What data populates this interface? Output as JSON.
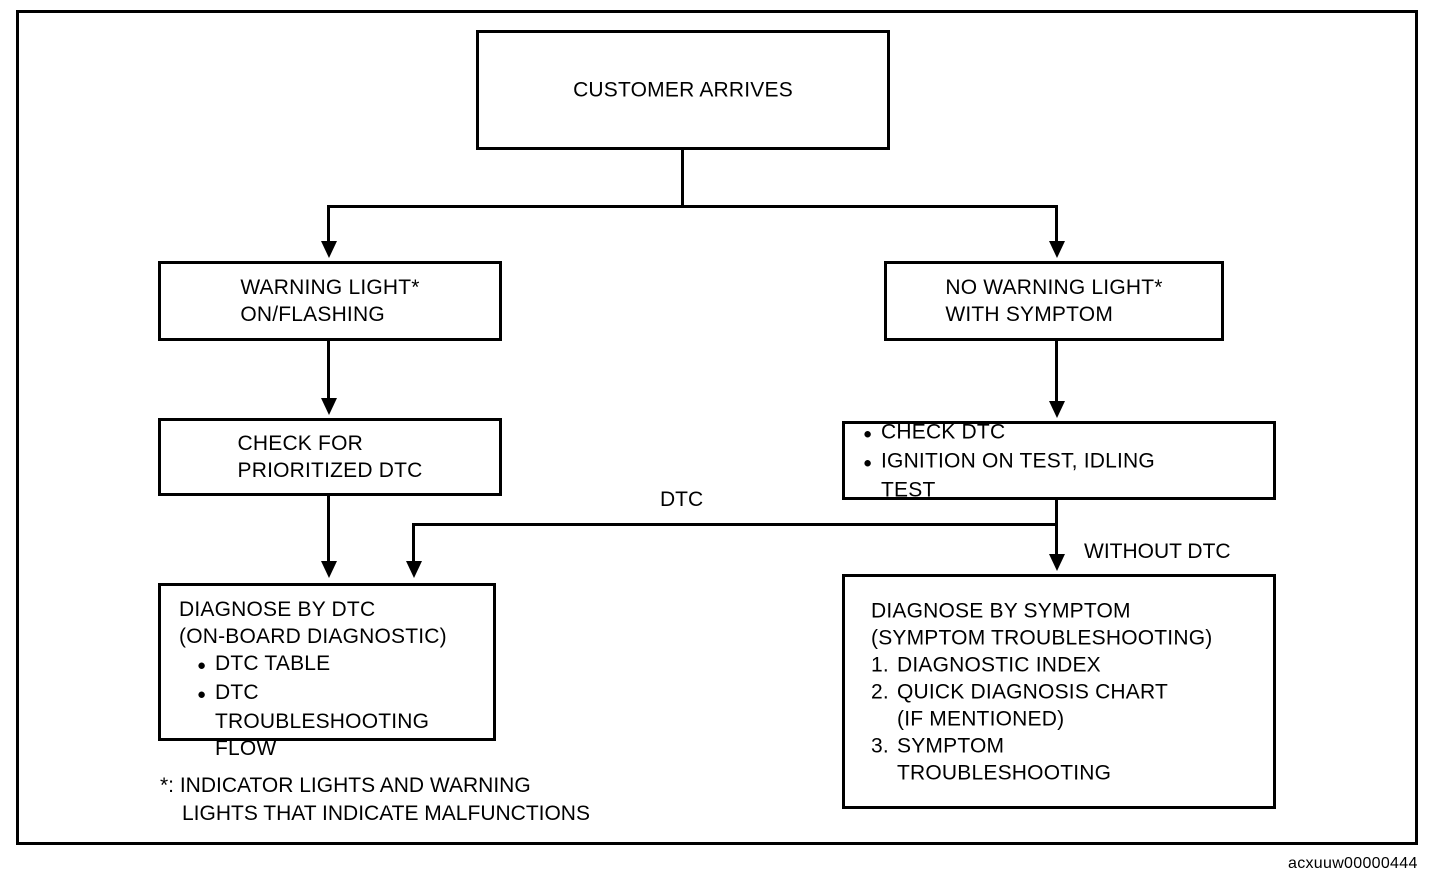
{
  "caption": "acxuuw00000444",
  "diagram": {
    "title": "Diagnostic procedure flowchart",
    "nodes": {
      "customer": {
        "line1": "CUSTOMER ARRIVES"
      },
      "warning_light": {
        "line1": "WARNING LIGHT*",
        "line2": "ON/FLASHING"
      },
      "no_warning_light": {
        "line1": "NO WARNING LIGHT*",
        "line2": "WITH SYMPTOM"
      },
      "check_prioritized": {
        "line1": "CHECK FOR",
        "line2": "PRIORITIZED DTC"
      },
      "check_dtc": {
        "bullet1": "CHECK DTC",
        "bullet2": "IGNITION ON TEST, IDLING",
        "bullet2_cont": "TEST"
      },
      "diagnose_by_dtc": {
        "line1": "DIAGNOSE BY DTC",
        "line2": "(ON-BOARD DIAGNOSTIC)",
        "bullet1": "DTC TABLE",
        "bullet2": "DTC",
        "bullet2_cont1": "TROUBLESHOOTING",
        "bullet2_cont2": "FLOW"
      },
      "diagnose_by_symptom": {
        "line1": "DIAGNOSE BY SYMPTOM",
        "line2": "(SYMPTOM TROUBLESHOOTING)",
        "item1_num": "1.",
        "item1": "DIAGNOSTIC INDEX",
        "item2_num": "2.",
        "item2": "QUICK DIAGNOSIS CHART",
        "item2_cont": "(IF MENTIONED)",
        "item3_num": "3.",
        "item3": "SYMPTOM",
        "item3_cont": "TROUBLESHOOTING"
      }
    },
    "edge_labels": {
      "dtc": "DTC",
      "without_dtc": "WITHOUT DTC"
    },
    "footnote": {
      "line1": "*: INDICATOR LIGHTS AND WARNING",
      "line2": "LIGHTS THAT INDICATE MALFUNCTIONS"
    },
    "bullet_glyph": "●"
  }
}
